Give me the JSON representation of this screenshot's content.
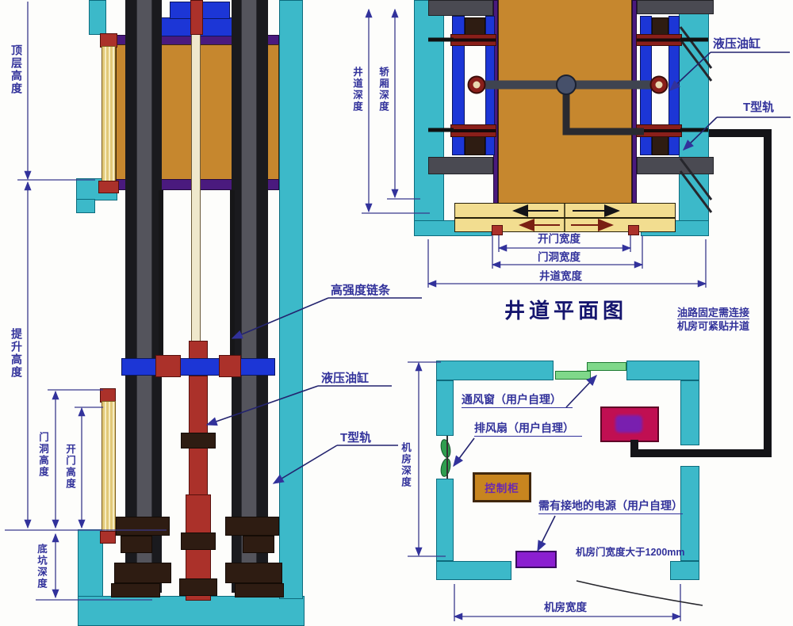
{
  "colors": {
    "wall_teal": "#3cb9c9",
    "car_orange": "#c6872e",
    "rail_blue": "#1c36d6",
    "cylinder_red": "#ab312a",
    "label_indigo": "#32329b",
    "pump_crimson": "#c00f52",
    "cabinet_orange": "#c8851f",
    "power_purple": "#8b1fd0",
    "vent_green": "#7fd88a"
  },
  "elevation": {
    "dims": {
      "top_floor_height": "顶层高度",
      "travel_height": "提升高度",
      "door_hole_height": "门洞高度",
      "door_open_height": "开门高度",
      "pit_depth": "底坑深度"
    },
    "callouts": {
      "chain": "高强度链条",
      "cylinder": "液压油缸",
      "t_rail": "T型轨"
    }
  },
  "plan": {
    "title": "井道平面图",
    "dims": {
      "door_open_width": "开门宽度",
      "door_hole_width": "门洞宽度",
      "shaft_width": "井道宽度",
      "shaft_depth": "井道深度",
      "car_depth": "轿厢深度"
    },
    "callouts": {
      "cylinder": "液压油缸",
      "t_rail": "T型轨"
    },
    "note": {
      "line1": "油路固定需连接",
      "line2": "机房可紧贴井道"
    }
  },
  "machine_room": {
    "vent_window": "通风窗（用户自理）",
    "exhaust_fan": "排风扇（用户自理）",
    "control_cabinet": "控制柜",
    "power_note": "需有接地的电源（用户自理）",
    "door_note": "机房门宽度大于1200mm",
    "room_width": "机房宽度",
    "room_depth": "机房深度"
  }
}
